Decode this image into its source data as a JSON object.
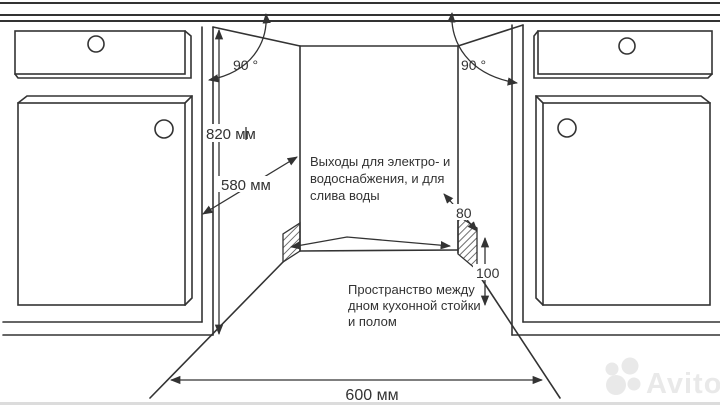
{
  "diagram": {
    "colors": {
      "line": "#333333",
      "text": "#333333",
      "watermark": "#e9e9e9",
      "background": "#ffffff"
    },
    "labels": {
      "angle_left": "90 °",
      "angle_right": "90 °",
      "height": "820 мм",
      "depth": "580 мм",
      "width": "600 мм",
      "panel_thickness": "80",
      "floor_gap": "100"
    },
    "notes": {
      "outlets": {
        "line1": "Выходы для электро- и",
        "line2": "водоснабжения, и для",
        "line3": "слива воды"
      },
      "space": {
        "line1": "Пространство между",
        "line2": "дном кухонной стойки",
        "line3": "и полом"
      }
    },
    "watermark": {
      "text": "Avito"
    }
  }
}
